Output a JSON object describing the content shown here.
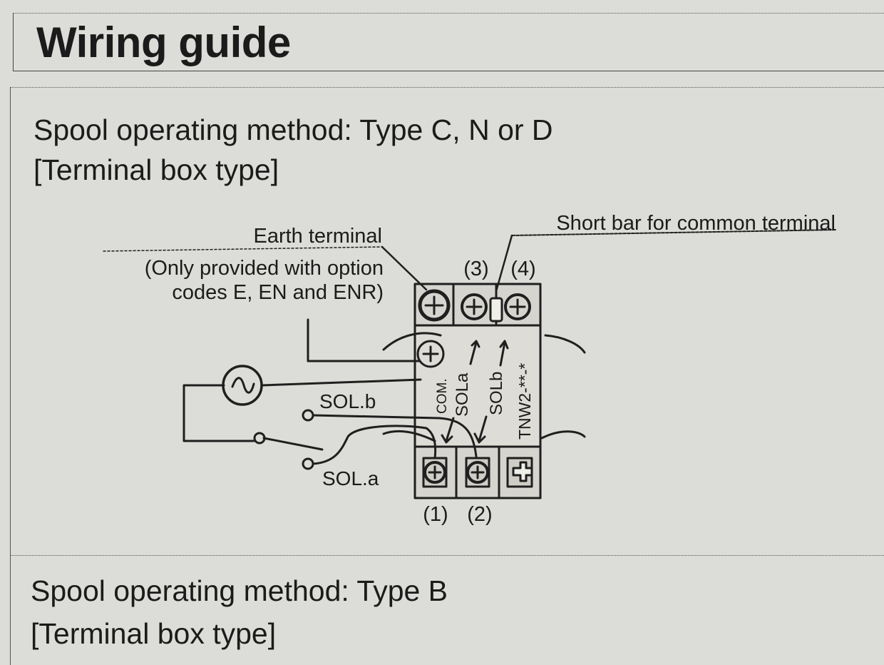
{
  "page": {
    "title": "Wiring guide"
  },
  "section_cnd": {
    "heading": "Spool operating method: Type C, N or D",
    "subheading": "[Terminal box type]"
  },
  "diagram": {
    "earth_terminal_label": "Earth terminal",
    "earth_note_line1": "(Only provided with option",
    "earth_note_line2": "codes E, EN and ENR)",
    "short_bar_label": "Short bar for common terminal",
    "terminal_labels": [
      "(1)",
      "(2)",
      "(3)",
      "(4)"
    ],
    "switch_sol_b": "SOL.b",
    "switch_sol_a": "SOL.a",
    "box_mark_sola": "SOLa",
    "box_mark_solb": "SOLb",
    "box_mark_model": "TNW2-**-*",
    "box_mark_com": "COM."
  },
  "section_b": {
    "heading": "Spool operating method: Type B",
    "subheading": "[Terminal box type]"
  }
}
